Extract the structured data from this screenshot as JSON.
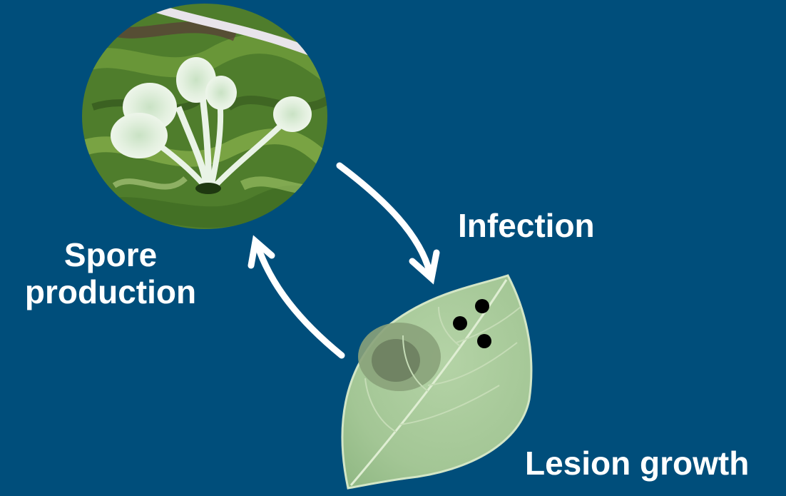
{
  "background_color": "#004e7b",
  "text_color": "#ffffff",
  "stages": {
    "spore_production": {
      "line1": "Spore",
      "line2": "production"
    },
    "infection": "Infection",
    "lesion_growth": "Lesion growth"
  },
  "spots_on_leaf": 3
}
